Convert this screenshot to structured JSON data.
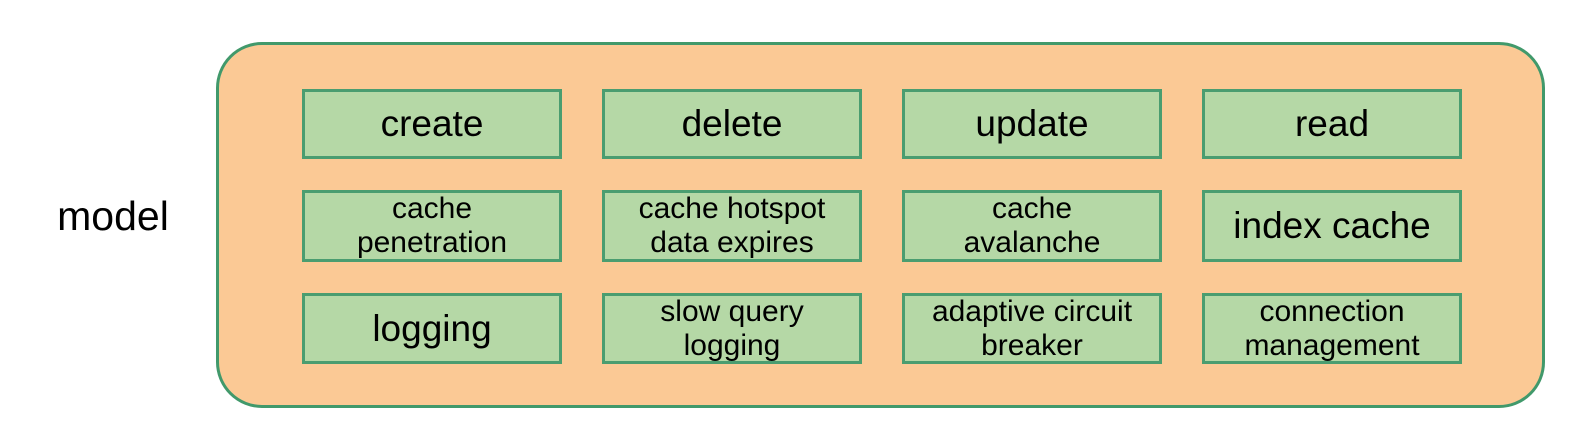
{
  "diagram": {
    "group_label": "model",
    "container": {
      "fill_color": "#fbc995",
      "border_color": "#41996b"
    },
    "node_style": {
      "fill_color": "#b5d8a6",
      "border_color": "#4a9d70",
      "text_color": "#000000"
    },
    "nodes": [
      {
        "label": "create",
        "size": "lg"
      },
      {
        "label": "delete",
        "size": "lg"
      },
      {
        "label": "update",
        "size": "lg"
      },
      {
        "label": "read",
        "size": "lg"
      },
      {
        "label": "cache\npenetration",
        "size": "sm"
      },
      {
        "label": "cache hotspot\ndata expires",
        "size": "sm"
      },
      {
        "label": "cache\navalanche",
        "size": "sm"
      },
      {
        "label": "index cache",
        "size": "lg"
      },
      {
        "label": "logging",
        "size": "lg"
      },
      {
        "label": "slow query\nlogging",
        "size": "sm"
      },
      {
        "label": "adaptive circuit\nbreaker",
        "size": "sm"
      },
      {
        "label": "connection\nmanagement",
        "size": "sm"
      }
    ]
  }
}
